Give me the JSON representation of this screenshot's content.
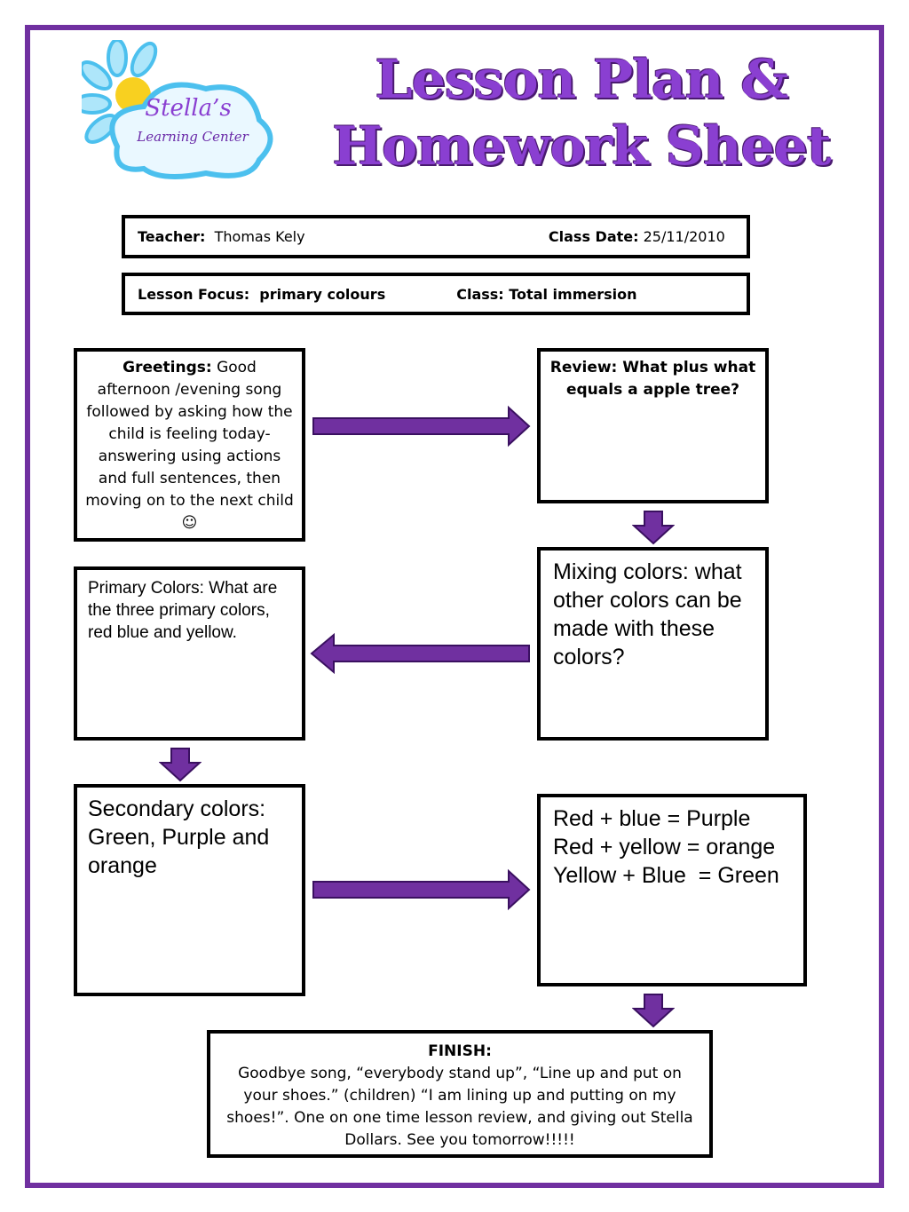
{
  "logo": {
    "line1": "Stella’s",
    "line2": "Learning Center"
  },
  "title": {
    "line1": "Lesson Plan &",
    "line2": "Homework Sheet"
  },
  "header": {
    "teacher_label": "Teacher:",
    "teacher": "Thomas Kely",
    "date_label": "Class Date:",
    "date": "25/11/2010"
  },
  "focus": {
    "focus_label": "Lesson Focus:",
    "focus": "primary colours",
    "class_label": "Class:",
    "class": "Total immersion"
  },
  "steps": {
    "greetings_label": "Greetings:",
    "greetings": "Good afternoon /evening song followed by asking how the child is feeling today- answering using actions and full sentences, then moving on to the next child ☺",
    "review": "Review: What plus what equals a apple tree?",
    "mixing": "Mixing colors: what other colors can be made with these colors?",
    "primary": "Primary Colors: What are the three primary colors, red blue and yellow.",
    "secondary": "Secondary colors: Green, Purple and orange",
    "combos": [
      "Red + blue = Purple",
      "Red + yellow = orange",
      "Yellow + Blue  = Green"
    ]
  },
  "finish": {
    "label": "FINISH:",
    "text": "Goodbye song, “everybody stand up”, “Line up and put on your shoes.” (children) “I am lining up and putting on my shoes!”. One on one time lesson review, and giving out Stella Dollars. See you tomorrow!!!!!"
  },
  "colors": {
    "accent": "#7030a0",
    "logo_blue": "#5bc8f0",
    "logo_yellow": "#f8d020"
  }
}
